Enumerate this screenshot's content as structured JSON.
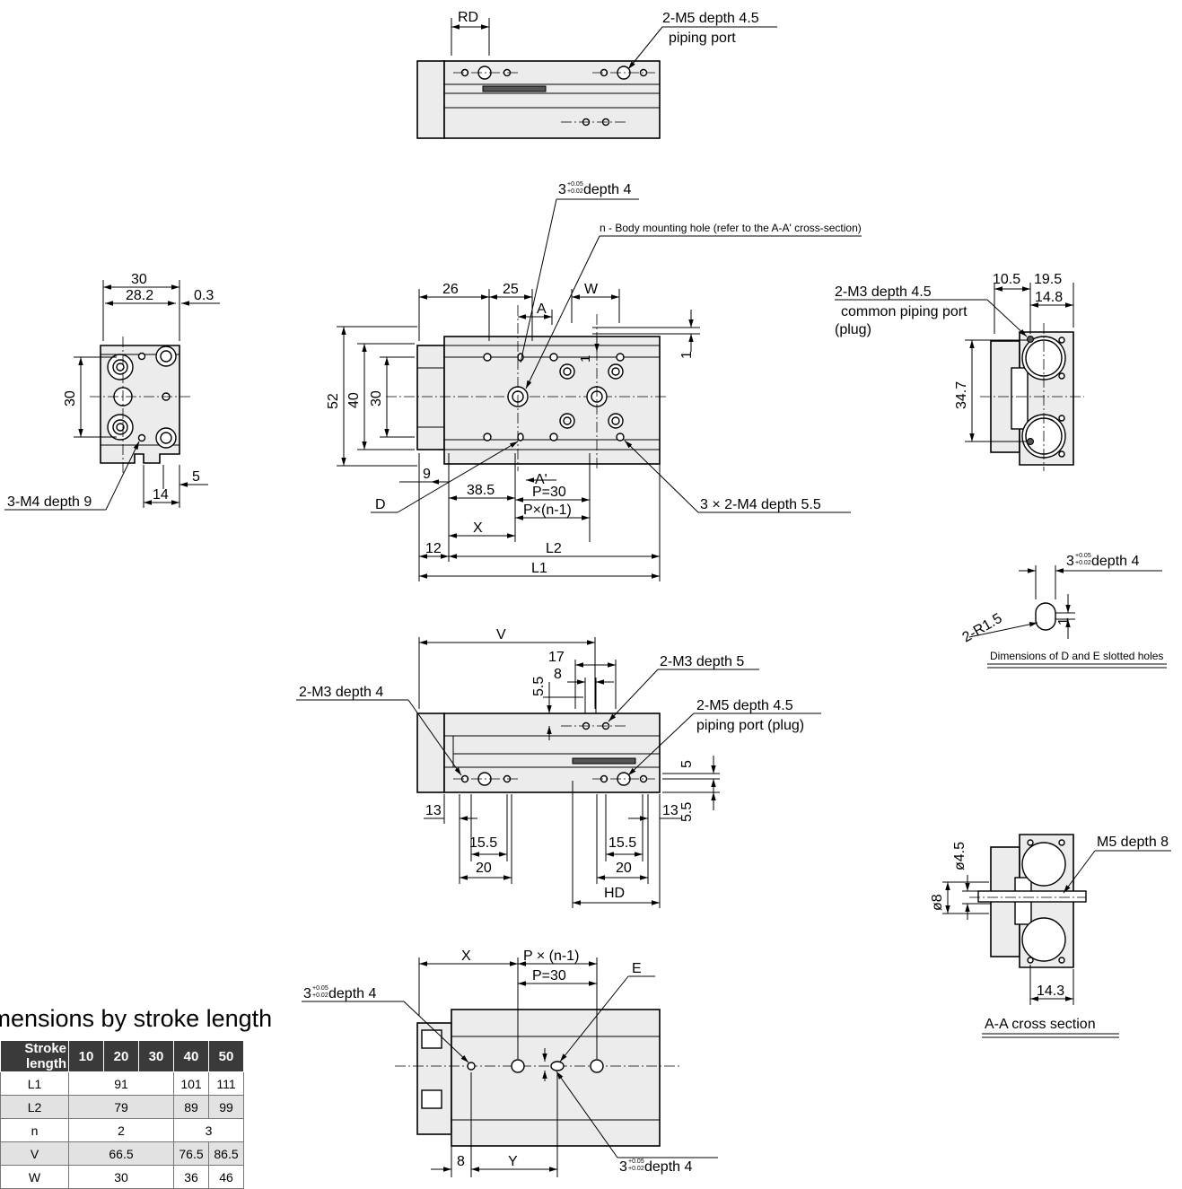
{
  "top_view": {
    "rd": "RD",
    "port_label_1": "2-M5 depth 4.5",
    "port_label_2": "piping port"
  },
  "front_view": {
    "slot_label_val": "3",
    "slot_tol_upper": "+0.05",
    "slot_tol_lower": "+0.02",
    "slot_label_text": "depth 4",
    "mount_hole_label": "n - Body mounting hole (refer to the A-A' cross-section)",
    "dim_26": "26",
    "dim_25": "25",
    "dim_w": "W",
    "dim_a": "A",
    "dim_1a": "1",
    "dim_1b": "1",
    "dim_52": "52",
    "dim_40": "40",
    "dim_30": "30",
    "dim_9": "9",
    "dim_38_5": "38.5",
    "dim_a_prime": "A'",
    "dim_p30": "P=30",
    "dim_pn1": "P×(n-1)",
    "dim_x": "X",
    "dim_12": "12",
    "dim_l2": "L2",
    "dim_l1": "L1",
    "label_d": "D",
    "label_m4": "3 × 2-M4 depth 5.5"
  },
  "left_view": {
    "dim_30w": "30",
    "dim_28_2": "28.2",
    "dim_0_3": "0.3",
    "dim_30h": "30",
    "dim_5": "5",
    "dim_14": "14",
    "label_m4": "3-M4 depth 9"
  },
  "right_view": {
    "dim_10_5": "10.5",
    "dim_19_5": "19.5",
    "dim_14_8": "14.8",
    "dim_34_7": "34.7",
    "port_1": "2-M3 depth 4.5",
    "port_2": "common piping port",
    "port_3": "(plug)"
  },
  "slot_detail": {
    "label_val": "3",
    "tol_upper": "+0.05",
    "tol_lower": "+0.02",
    "label_text": "depth 4",
    "r_label": "2-R1.5",
    "dim_1": "1",
    "caption": "Dimensions of D and E slotted holes"
  },
  "side_view": {
    "dim_v": "V",
    "dim_17": "17",
    "dim_8": "8",
    "dim_5_5": "5.5",
    "m3_5": "2-M3 depth 5",
    "m3_4": "2-M3 depth 4",
    "m5_1": "2-M5 depth 4.5",
    "m5_2": "piping port (plug)",
    "dim_5": "5",
    "dim_5_5b": "5.5",
    "dim_13a": "13",
    "dim_13b": "13",
    "dim_15_5a": "15.5",
    "dim_15_5b": "15.5",
    "dim_20a": "20",
    "dim_20b": "20",
    "dim_hd": "HD"
  },
  "section_view": {
    "dim_4_5": "ø4.5",
    "dim_8": "ø8",
    "label_m5": "M5 depth 8",
    "dim_14_3": "14.3",
    "caption": "A-A cross section"
  },
  "bottom_view": {
    "dim_x": "X",
    "dim_pn1": "P × (n-1)",
    "dim_p30": "P=30",
    "label_e": "E",
    "slot_val_a": "3",
    "slot_up_a": "+0.05",
    "slot_lo_a": "+0.02",
    "slot_txt_a": "depth 4",
    "slot_val_b": "3",
    "slot_up_b": "+0.05",
    "slot_lo_b": "+0.02",
    "slot_txt_b": "depth 4",
    "dim_8": "8",
    "dim_y": "Y"
  },
  "stroke_table": {
    "title": "Dimensions by stroke length",
    "headers": [
      "Stroke length",
      "10",
      "20",
      "30",
      "40",
      "50"
    ],
    "rows": [
      {
        "label": "L1",
        "merged": "91",
        "v40": "101",
        "v50": "111"
      },
      {
        "label": "L2",
        "merged": "79",
        "v40": "89",
        "v50": "99"
      },
      {
        "label": "n",
        "merged": "2",
        "merged2": "3"
      },
      {
        "label": "V",
        "merged": "66.5",
        "v40": "76.5",
        "v50": "86.5"
      },
      {
        "label": "W",
        "merged": "30",
        "v40": "36",
        "v50": "46"
      }
    ]
  }
}
